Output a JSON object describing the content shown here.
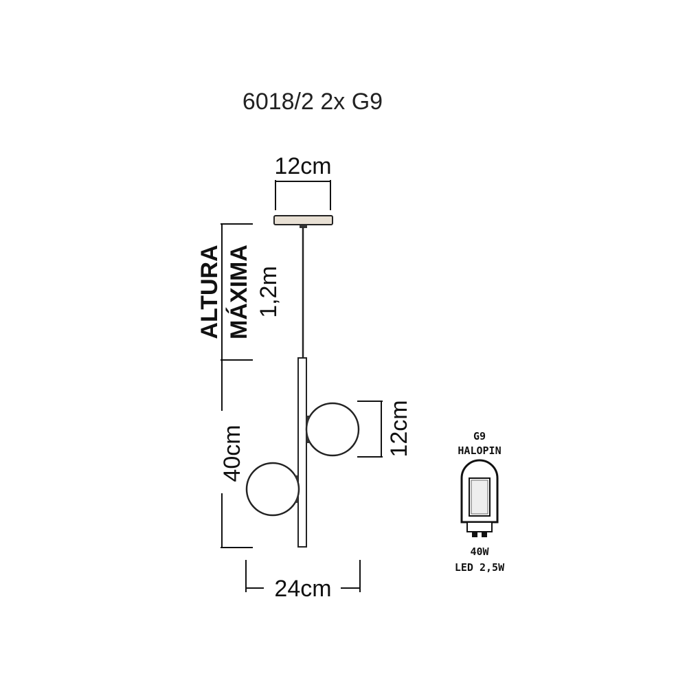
{
  "title": "6018/2 2x G9",
  "dimensions": {
    "canopy_width": "12cm",
    "max_height_line1": "ALTURA",
    "max_height_line2": "MÁXIMA",
    "max_height_line3": "1,2m",
    "body_height": "40cm",
    "globe_diameter": "12cm",
    "total_width": "24cm"
  },
  "bulb": {
    "type": "G9",
    "name": "HALOPIN",
    "power": "40W",
    "led_power": "LED 2,5W"
  }
}
